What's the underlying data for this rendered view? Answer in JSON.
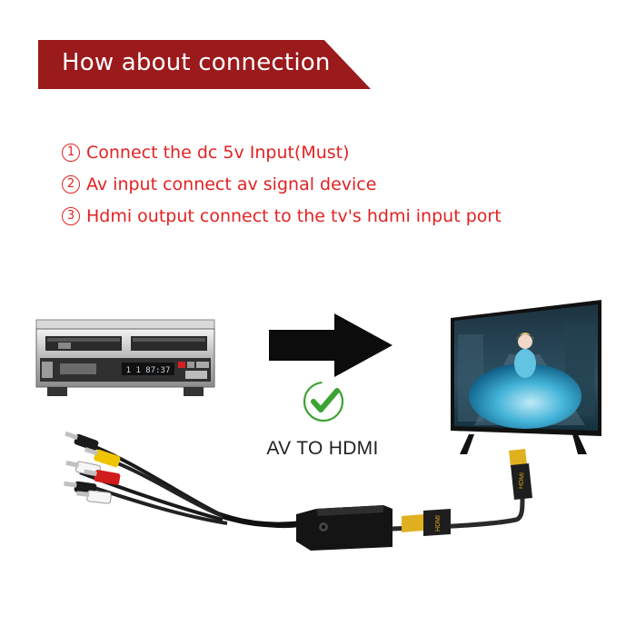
{
  "header": {
    "title": "How about connection"
  },
  "steps": [
    {
      "num": "1",
      "text": "Connect the dc 5v Input(Must)"
    },
    {
      "num": "2",
      "text": "Av input  connect av signal device"
    },
    {
      "num": "3",
      "text": "Hdmi output  connect to the tv's hdmi input port"
    }
  ],
  "devices": {
    "vcr": {
      "display": "1 1  87:37",
      "icon": "vcr-player"
    },
    "tv": {
      "icon": "flat-screen-tv"
    }
  },
  "direction": {
    "icon": "arrow-right-icon"
  },
  "status": {
    "icon": "check-circle-icon",
    "color": "#3ba334"
  },
  "adapter": {
    "caption": "AV TO HDMI",
    "hdmi_plug_text": "HDMI"
  },
  "colors": {
    "banner": "#9b1a1c",
    "steps_text": "#e32222",
    "check": "#3ba334"
  }
}
